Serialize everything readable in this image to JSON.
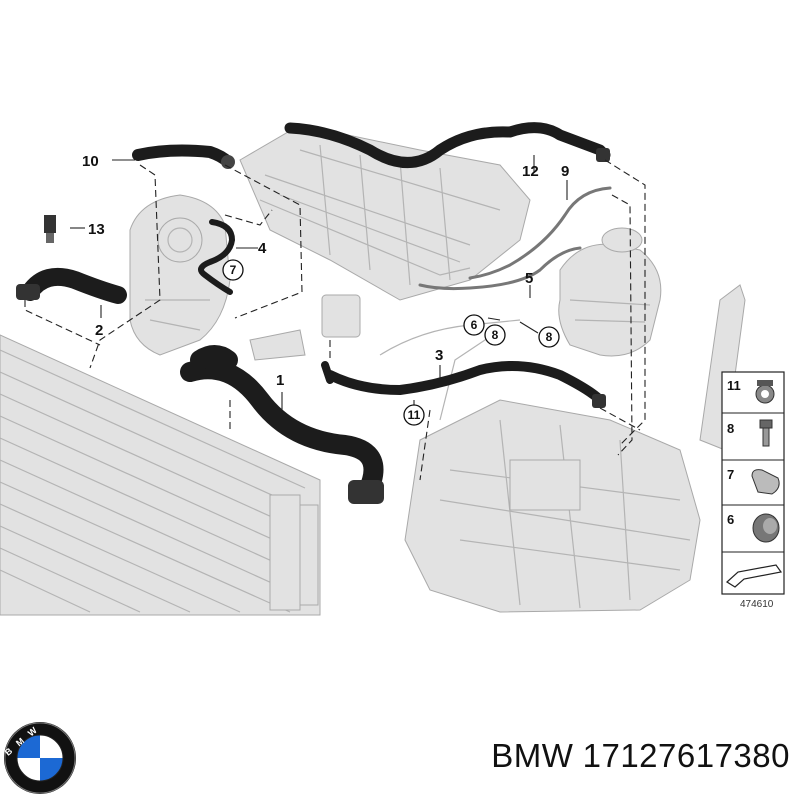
{
  "callouts": {
    "c1": "1",
    "c2": "2",
    "c3": "3",
    "c4": "4",
    "c5": "5",
    "c9": "9",
    "c10": "10",
    "c12": "12",
    "c13": "13"
  },
  "circled": {
    "c6": "6",
    "c7": "7",
    "c8a": "8",
    "c8b": "8",
    "c11": "11"
  },
  "legend_panel": {
    "items": [
      "11",
      "8",
      "7",
      "6"
    ],
    "diagram_number": "474610"
  },
  "caption": {
    "brand": "BMW",
    "part_number": "17127617380"
  },
  "colors": {
    "hose": "#1c1c1c",
    "ghost_parts": "#e2e2e2",
    "leader": "#222222",
    "logo_blue": "#1c69d4"
  }
}
